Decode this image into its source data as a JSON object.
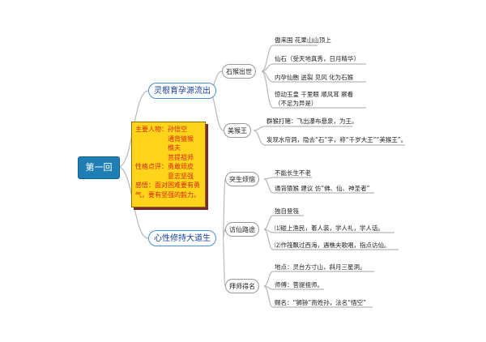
{
  "root": {
    "label": "第一回"
  },
  "branches": [
    {
      "label": "灵根育孕源流出",
      "children": [
        {
          "label": "石猴出世",
          "leaves": [
            "傲来国 花果山山顶上",
            "仙石（受天地真秀，日月精华）",
            "内孕仙胞 迸裂 见风 化为石猴",
            "惊动玉皇 千里眼 顺风耳 察看\n（不足为异是）"
          ]
        },
        {
          "label": "美猴王",
          "leaves": [
            "群猴打赌：飞出瀑布悬泉，为王。",
            "发现水帘洞，隐去“石”字，称“千岁大王”“美猴王”。"
          ]
        }
      ]
    },
    {
      "label": "心性修持大道生",
      "children": [
        {
          "label": "突生烦恼",
          "leaves": [
            "不能长生不老",
            "通背猿猴 建议 仿“佛、仙、神圣者”"
          ]
        },
        {
          "label": "访仙路途",
          "leaves": [
            "独自登筏",
            "⑴碰上渔民，着人装，学人礼，学人话。",
            "⑵作筏飘过西海，遇樵夫歌唱，指点访仙。"
          ]
        },
        {
          "label": "拜师得名",
          "leaves": [
            "地点：灵台方寸山，斜月三星洞。",
            "师傅：菩提祖师。",
            "赐名：“狮狲”而姓孙，法名“悟空”"
          ]
        }
      ]
    }
  ],
  "note": {
    "char_label": "主要人物：",
    "char_value": "孙悟空\n通背猿猴\n樵夫\n菩提祖师",
    "trait_label": "性格点评：",
    "trait_value": "勇敢顽皮\n意志坚强",
    "feeling": "感悟：面对困难要有勇气，要有坚强的毅力。"
  },
  "colors": {
    "root_bg": "#1f7fb5",
    "note_bg": "#ffd41a",
    "note_text": "#d42a1a",
    "line": "#b8b8b8"
  }
}
